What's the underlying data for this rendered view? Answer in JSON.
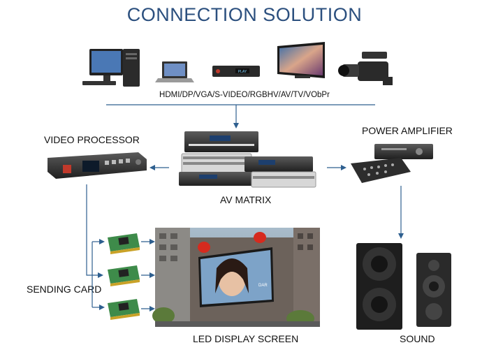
{
  "title": "CONNECTION SOLUTION",
  "inputs_label": "HDMI/DP/VGA/S-VIDEO/RGBHV/AV/TV/VObPr",
  "nodes": {
    "video_processor": "VIDEO PROCESSOR",
    "av_matrix": "AV MATRIX",
    "power_amplifier": "POWER AMPLIFIER",
    "sending_card": "SENDING CARD",
    "led_display": "LED DISPLAY SCREEN",
    "sound": "SOUND"
  },
  "devices": {
    "player_text": "PLAY",
    "tv_brand": "",
    "screen_caption": "DAR"
  },
  "colors": {
    "title": "#2b4f7e",
    "arrow": "#2e5f8f",
    "device_dark": "#2a2a2a",
    "sky": "#9bb0c0"
  }
}
